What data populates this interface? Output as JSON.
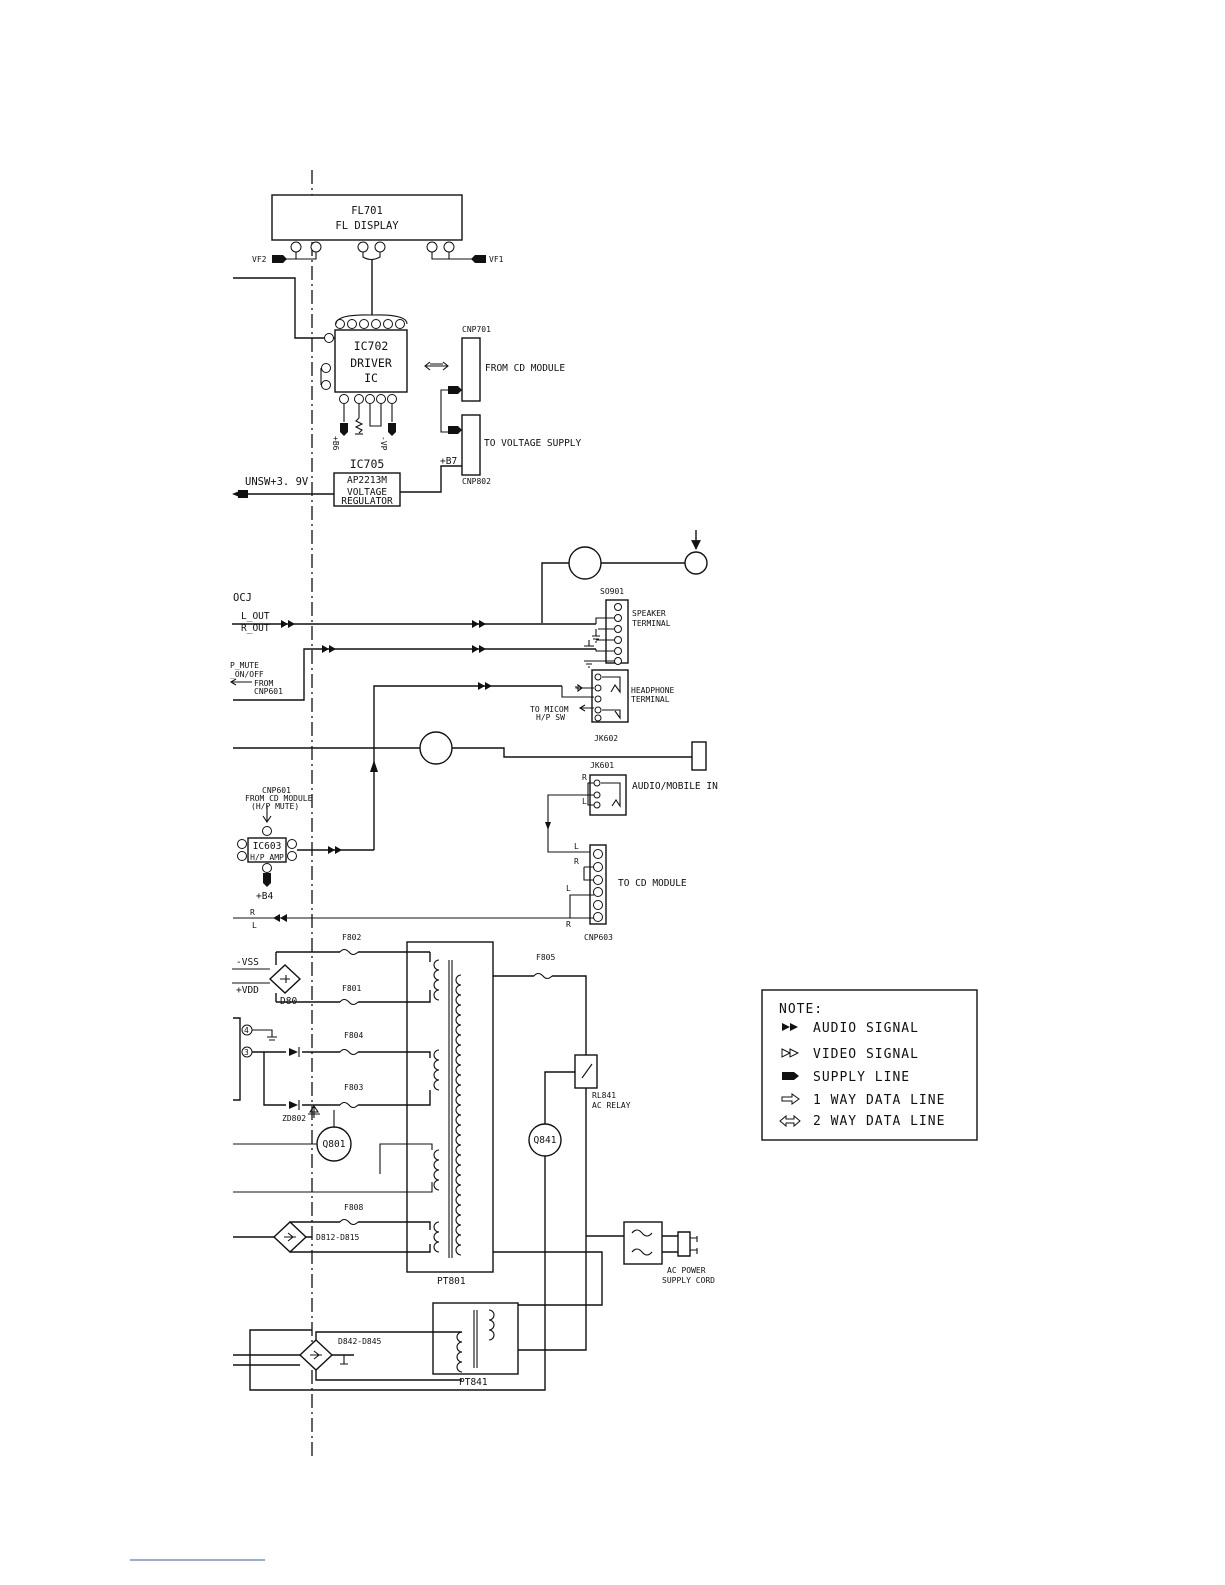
{
  "components": {
    "fl701": {
      "ref": "FL701",
      "name": "FL DISPLAY"
    },
    "ic702": {
      "ref": "IC702",
      "line1": "DRIVER",
      "line2": "IC"
    },
    "ic705": {
      "ref": "IC705",
      "part": "AP2213M",
      "line1": "VOLTAGE",
      "line2": "REGULATOR"
    },
    "cnp701": {
      "ref": "CNP701",
      "label": "FROM CD MODULE"
    },
    "cnp802": {
      "ref": "CNP802",
      "label": "TO VOLTAGE SUPPLY"
    },
    "so901": {
      "ref": "SO901",
      "line1": "SPEAKER",
      "line2": "TERMINAL"
    },
    "jk602": {
      "ref": "JK602",
      "line1": "HEADPHONE",
      "line2": "TERMINAL"
    },
    "jk601": {
      "ref": "JK601",
      "label": "AUDIO/MOBILE IN"
    },
    "cnp603": {
      "ref": "CNP603",
      "label": "TO CD MODULE"
    },
    "ic603": {
      "ref": "IC603",
      "sub": "H/P AMP"
    },
    "pt801": {
      "ref": "PT801"
    },
    "pt841": {
      "ref": "PT841"
    },
    "rl841": {
      "ref": "RL841",
      "sub": "AC RELAY"
    },
    "q801": {
      "ref": "Q801"
    },
    "q841": {
      "ref": "Q841"
    },
    "d80": {
      "ref": "D80"
    },
    "zd802": {
      "ref": "ZD802"
    },
    "d812": {
      "ref": "D812-D815"
    },
    "d842": {
      "ref": "D842-D845"
    },
    "ac_cord": {
      "line1": "AC POWER",
      "line2": "SUPPLY CORD"
    }
  },
  "labels": {
    "vf1": "VF1",
    "vf2": "VF2",
    "unsw": "UNSW+3. 9V",
    "b7": "+B7",
    "b6": "+B6",
    "vp": "-VP",
    "b4": "+B4",
    "ocj": "OCJ",
    "l_out": "L_OUT",
    "r_out": "R_OUT",
    "p_mute": "P_MUTE",
    "on_off": "_ON/OFF",
    "from": "FROM",
    "cnp601": "CNP601",
    "to_micom": "TO MICOM",
    "hp_sw": "H/P SW",
    "cnp601_b": "CNP601",
    "from_cd": "FROM CD MODULE",
    "hp_mute": "(H/P MUTE)",
    "vss": "-VSS",
    "vdd": "+VDD",
    "f802": "F802",
    "f801": "F801",
    "f804": "F804",
    "f803": "F803",
    "f805": "F805",
    "f808": "F808",
    "r": "R",
    "l": "L"
  },
  "note": {
    "title": "NOTE:",
    "items": [
      "AUDIO SIGNAL",
      "VIDEO SIGNAL",
      "SUPPLY LINE",
      "1 WAY DATA LINE",
      "2 WAY DATA LINE"
    ]
  }
}
